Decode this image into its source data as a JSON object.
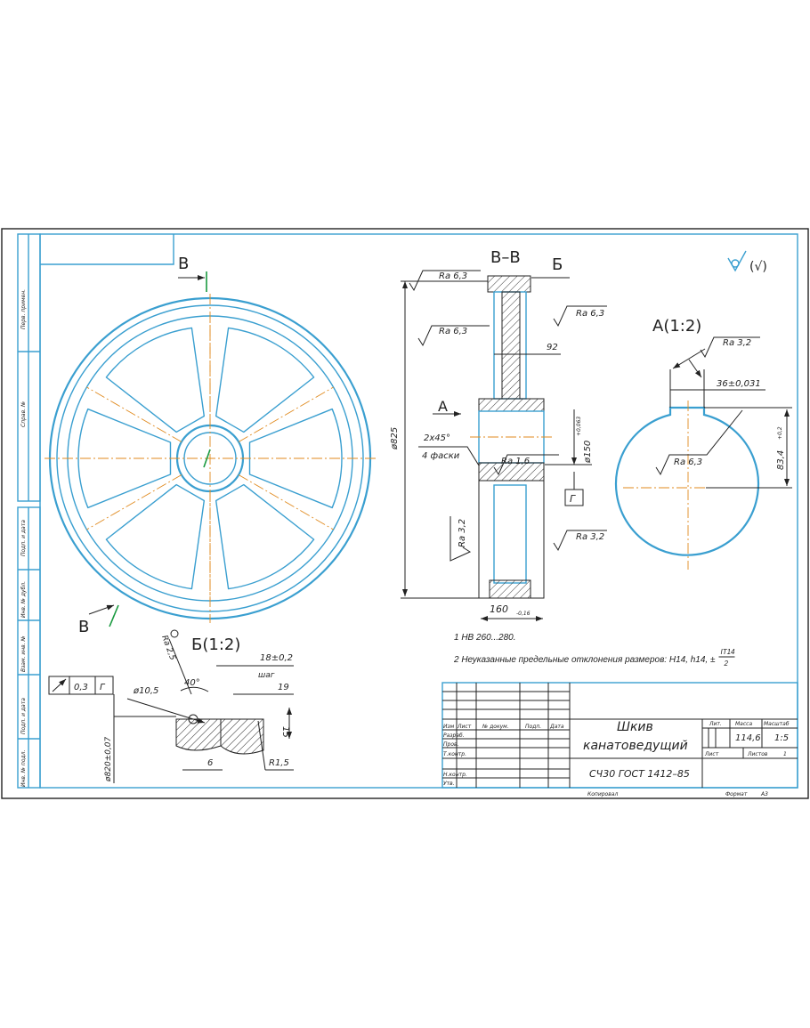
{
  "views": {
    "section_bb": "В–В",
    "view_b_marker": "Б",
    "section_marker": "В",
    "view_a_arrow": "А",
    "view_a_title": "А(1:2)",
    "detail_b_title": "Б(1:2)"
  },
  "roughness": {
    "general": "(√)",
    "ra63": "Ra 6,3",
    "ra32": "Ra 3,2",
    "ra16": "Ra 1,6",
    "ra25": "Ra 2,5"
  },
  "dimensions": {
    "d825": "ø825",
    "w92": "92",
    "chamfer": "2х45°",
    "chamfer_count": "4 фаски",
    "d150": "ø150",
    "d150_tol": "+0,063",
    "w160": "160",
    "w160_tol": "-0,16",
    "datum": "Г",
    "key_width": "36±0,031",
    "key_depth": "83,4",
    "key_depth_tol": "+0,2",
    "groove_pitch": "18±0,2",
    "pitch_label": "шаг",
    "d19": "19",
    "d15": "15",
    "d10_5": "ø10,5",
    "angle40": "40°",
    "d6": "6",
    "r15": "R1,5",
    "d820": "ø820±0,07",
    "runout_value": "0,3",
    "runout_datum": "Г"
  },
  "notes": [
    "1 НВ 260...280.",
    "2 Неуказанные предельные отклонения размеров: Н14, h14, ±",
    "IT14",
    "2"
  ],
  "title_block": {
    "name_line1": "Шкив",
    "name_line2": "канатоведущий",
    "material": "СЧ30 ГОСТ 1412–85",
    "headers": [
      "Изм",
      "Лист",
      "№ докум.",
      "Подп.",
      "Дата"
    ],
    "rows": [
      "Разраб.",
      "Пров.",
      "Т.контр.",
      "Н.контр.",
      "Утв."
    ],
    "lit": "Лит.",
    "mass_label": "Масса",
    "scale_label": "Масштаб",
    "mass": "114,6",
    "scale": "1:5",
    "sheet": "Лист",
    "sheets": "Листов",
    "sheets_count": "1",
    "copied": "Копировал",
    "format": "Формат",
    "format_value": "А3"
  },
  "side_stamp": [
    "Перв. примен.",
    "Справ. №",
    "Подп. и дата",
    "Инв. № дубл.",
    "Взам. инв. №",
    "Подп. и дата",
    "Инв. № подл."
  ]
}
